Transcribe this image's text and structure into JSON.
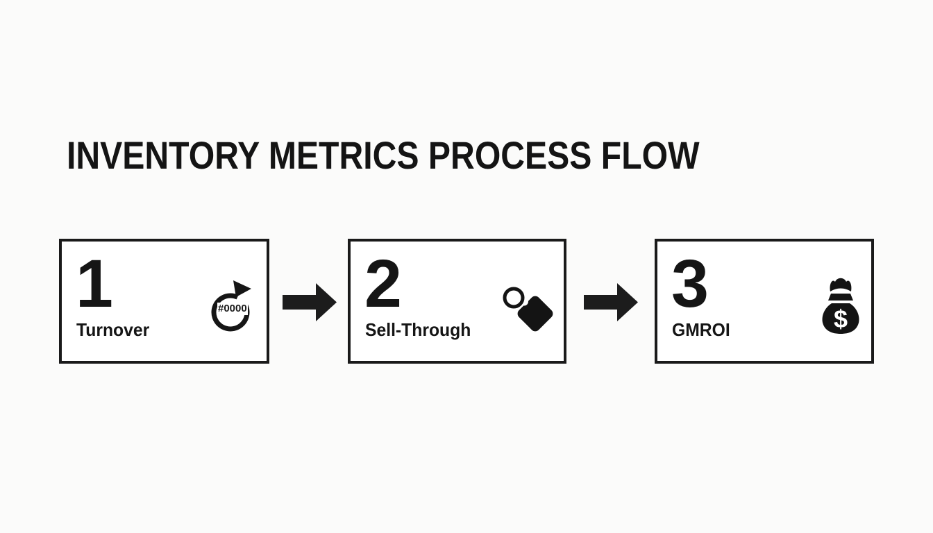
{
  "page": {
    "title": "INVENTORY METRICS PROCESS FLOW"
  },
  "colors": {
    "background": "#fbfbfa",
    "card_background": "#ffffff",
    "ink": "#1a1a1a"
  },
  "flow": {
    "steps": [
      {
        "number": "1",
        "label": "Turnover",
        "icon": "cycle-refresh-icon",
        "icon_text": "#0000"
      },
      {
        "number": "2",
        "label": "Sell-Through",
        "icon": "price-tag-icon"
      },
      {
        "number": "3",
        "label": "GMROI",
        "icon": "money-bag-icon",
        "icon_glyph": "$"
      }
    ],
    "connectors": [
      "right-arrow",
      "right-arrow"
    ]
  }
}
